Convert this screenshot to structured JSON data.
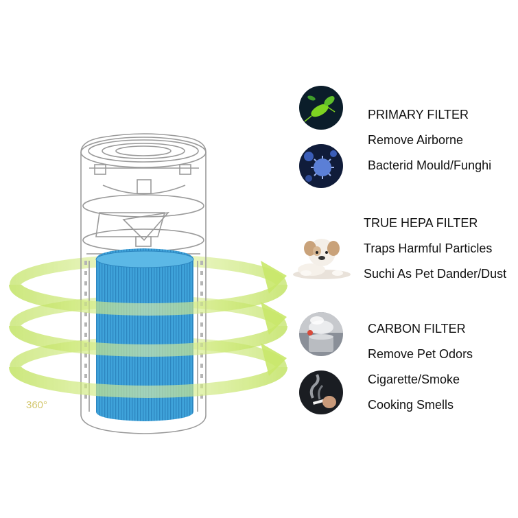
{
  "rotation_label": "360°",
  "sections": [
    {
      "heading": "PRIMARY FILTER",
      "lines": [
        "Remove Airborne",
        "Bacterid Mould/Funghi"
      ],
      "icons": [
        "bacteria-icon",
        "virus-icon"
      ]
    },
    {
      "heading": "TRUE HEPA FILTER",
      "lines": [
        "Traps Harmful Particles",
        "Suchi As Pet Dander/Dust"
      ],
      "icons": [
        "puppy-icon"
      ]
    },
    {
      "heading": "CARBON FILTER",
      "lines": [
        "Remove Pet Odors",
        "Cigarette/Smoke",
        "Cooking Smells"
      ],
      "icons": [
        "cooking-steam-icon",
        "cigarette-smoke-icon"
      ]
    }
  ],
  "colors": {
    "filter_blue": "#3aa0d8",
    "airflow_green": "#c9e86a",
    "outline_gray": "#9a9a9a"
  }
}
